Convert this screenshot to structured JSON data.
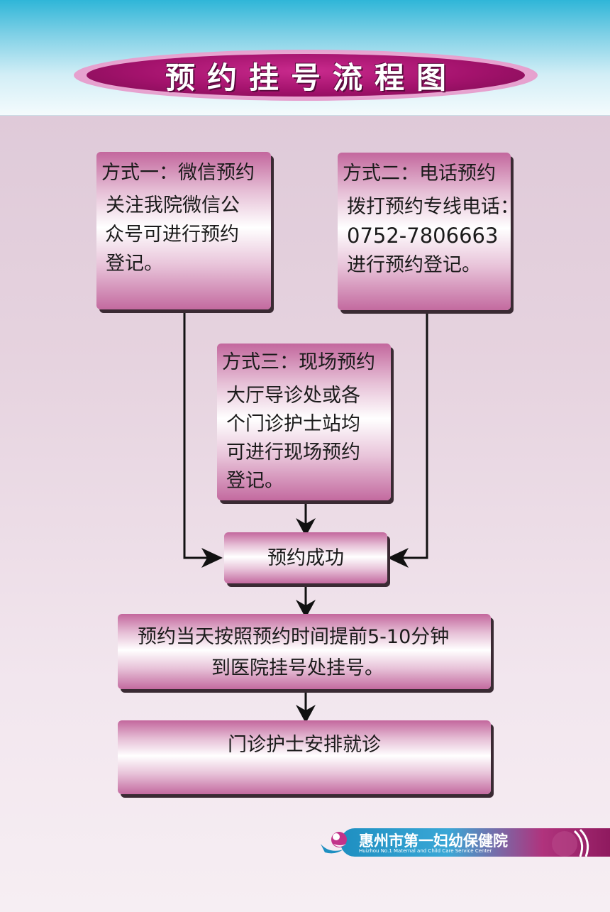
{
  "title": "预约挂号流程图",
  "method1": {
    "heading": "方式一：微信预约",
    "lines": [
      "关注我院微信公",
      "众号可进行预约",
      "登记。"
    ]
  },
  "method2": {
    "heading": "方式二：电话预约",
    "lines": [
      "拨打预约专线电话：",
      "0752-7806663",
      "进行预约登记。"
    ]
  },
  "method3": {
    "heading": "方式三：现场预约",
    "lines": [
      "大厅导诊处或各",
      "个门诊护士站均",
      "可进行现场预约",
      "登记。"
    ]
  },
  "success": "预约成功",
  "arrival": {
    "lines": [
      "预约当天按照预约时间提前5-10分钟",
      "到医院挂号处挂号。"
    ]
  },
  "final": "门诊护士安排就诊",
  "logo": {
    "name": "惠州市第一妇幼保健院",
    "english": "Huizhou No.1 Maternal and Child Care Service Center"
  },
  "colors": {
    "header_top": "#2fb6d8",
    "title_pill": "#a3126c",
    "box_accent": "#c3679d",
    "arrow": "#111111"
  }
}
